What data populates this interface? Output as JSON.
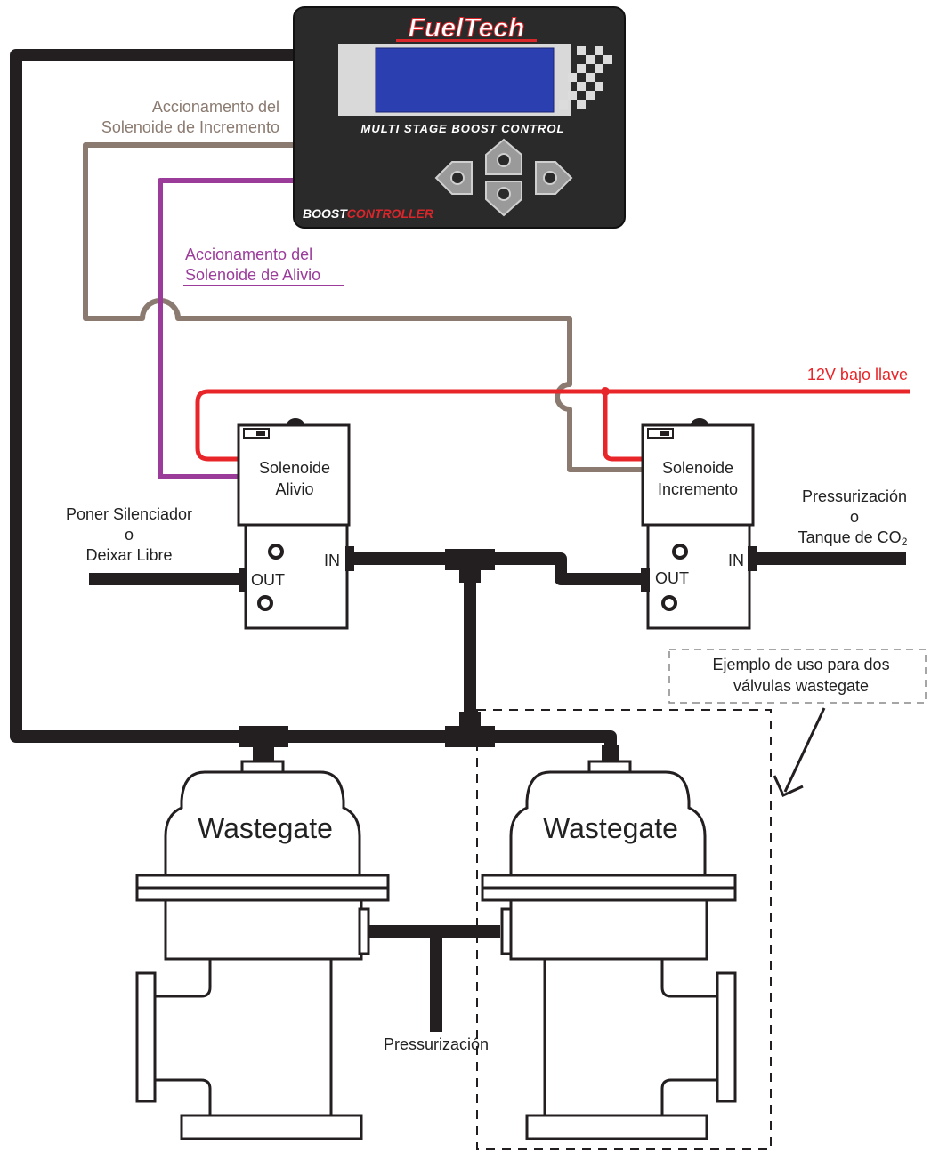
{
  "controller": {
    "brand": "FuelTech",
    "subtitle": "MULTI STAGE BOOST CONTROL",
    "model_part1": "BOOST",
    "model_part2": "CONTROLLER"
  },
  "labels": {
    "increment_drive_line1": "Accionamento del",
    "increment_drive_line2": "Solenoide de Incremento",
    "relief_drive_line1": "Accionamento del",
    "relief_drive_line2": "Solenoide de Alivio",
    "power": "12V bajo llave",
    "exhaust_line1": "Poner Silenciador",
    "exhaust_line2": "o",
    "exhaust_line3": "Deixar Libre",
    "supply_line1": "Pressurización",
    "supply_line2": "o",
    "supply_line3": "Tanque de CO",
    "supply_sub": "2",
    "example_line1": "Ejemplo de uso para dos",
    "example_line2": "válvulas wastegate",
    "bottom_pressure": "Pressurización"
  },
  "solenoids": {
    "relief_line1": "Solenoide",
    "relief_line2": "Alivio",
    "increment_line1": "Solenoide",
    "increment_line2": "Incremento",
    "port_in": "IN",
    "port_out": "OUT"
  },
  "wastegates": {
    "left": "Wastegate",
    "right": "Wastegate"
  },
  "colors": {
    "increment_wire": "#8a7a70",
    "relief_wire": "#9b3c9b",
    "power_wire": "#e8262a",
    "hose": "#231f20",
    "screen": "#2c3fb0",
    "controller_body": "#2a2a2a",
    "brand_red": "#d9262b"
  }
}
